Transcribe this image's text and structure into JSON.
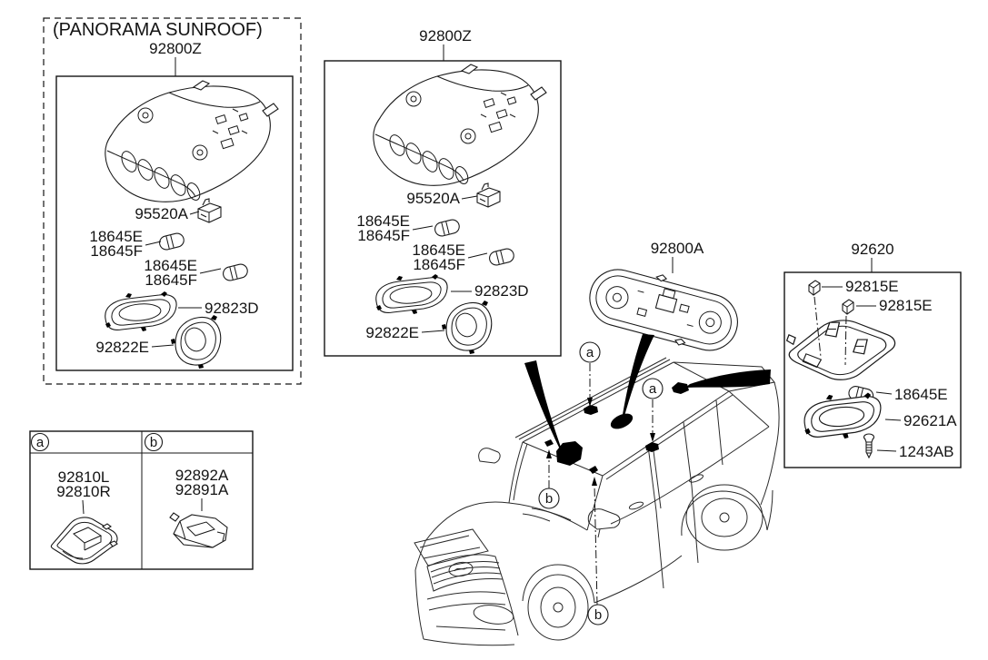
{
  "colors": {
    "line": "#141414",
    "background": "#ffffff",
    "arrow_fill": "#000000"
  },
  "panorama_box": {
    "header": "(PANORAMA SUNROOF)",
    "assembly": "92800Z",
    "switch": "95520A",
    "bulbs1": [
      "18645E",
      "18645F"
    ],
    "bulbs2": [
      "18645E",
      "18645F"
    ],
    "lens_front": "92823D",
    "lens_rear": "92822E"
  },
  "standard_box": {
    "assembly": "92800Z",
    "switch": "95520A",
    "bulbs1": [
      "18645E",
      "18645F"
    ],
    "bulbs2": [
      "18645E",
      "18645F"
    ],
    "lens_front": "92823D",
    "lens_rear": "92822E"
  },
  "rear_lamp": {
    "assembly": "92800A"
  },
  "map_lamp_box": {
    "assembly": "92620",
    "sockets": [
      "92815E",
      "92815E"
    ],
    "bulb": "18645E",
    "lens": "92621A",
    "screw": "1243AB"
  },
  "ref_table": {
    "columns": [
      {
        "callout": "a",
        "parts": [
          "92810L",
          "92810R"
        ]
      },
      {
        "callout": "b",
        "parts": [
          "92892A",
          "92891A"
        ]
      }
    ]
  },
  "vehicle": {
    "callouts": [
      {
        "letter": "a"
      },
      {
        "letter": "a"
      },
      {
        "letter": "b"
      },
      {
        "letter": "b"
      }
    ]
  }
}
